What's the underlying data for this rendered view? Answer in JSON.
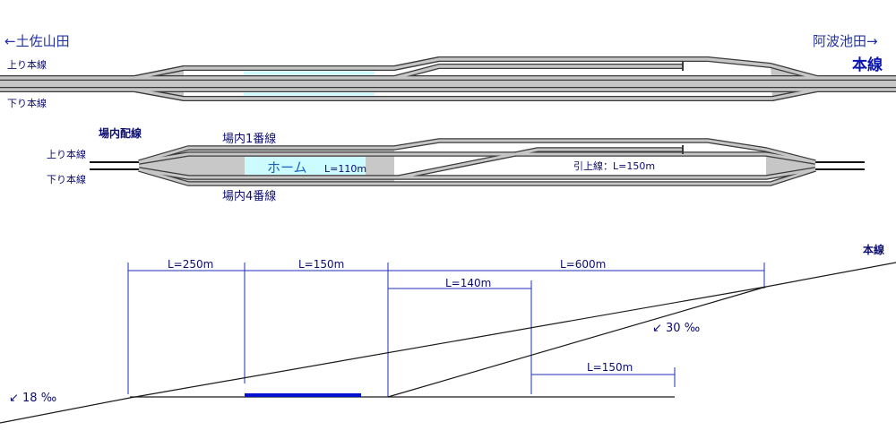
{
  "colors": {
    "text_blue": "#2233a0",
    "text_navy": "#0c0c70",
    "dimension_line": "#1f2fb8",
    "platform_fill": "#ccfcff",
    "platform_bar": "#0012d0",
    "track_bed": "#c6c6c6",
    "track_rail": "#3a3a3a",
    "yard_fill": "#c8c8c8"
  },
  "mainline_diagram": {
    "left_destination": "←土佐山田",
    "right_destination": "阿波池田→",
    "up_main_label": "上り本線",
    "down_main_label": "下り本線",
    "main_line_label": "本線"
  },
  "yard_diagram": {
    "title": "場内配線",
    "track_1_label": "場内1番線",
    "track_4_label": "場内4番線",
    "up_main_label": "上り本線",
    "down_main_label": "下り本線",
    "platform_label": "ホーム",
    "platform_length": "L=110m",
    "siding_label": "引上線：L=150m"
  },
  "profile_diagram": {
    "main_line_label": "本線",
    "length_a": "L=250m",
    "length_b": "L=150m",
    "length_c": "L=600m",
    "length_d": "L=140m",
    "length_e": "L=150m",
    "left_gradient": "↙ 18 ‰",
    "right_gradient": "↙ 30 ‰"
  }
}
